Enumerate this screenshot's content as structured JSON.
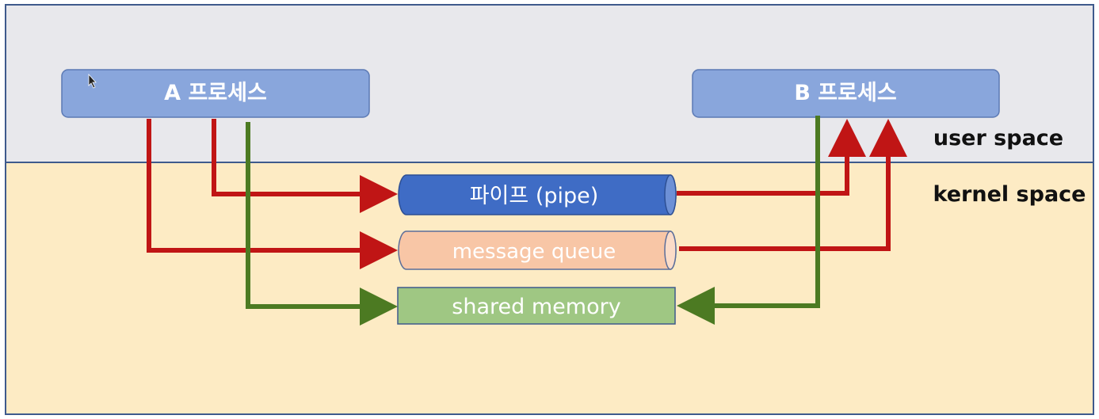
{
  "regions": {
    "user_space_label": "user space",
    "kernel_space_label": "kernel space"
  },
  "processes": {
    "a_label": "A 프로세스",
    "b_label": "B 프로세스"
  },
  "ipc": {
    "pipe_label": "파이프 (pipe)",
    "queue_label": "message queue",
    "shm_label": "shared memory"
  },
  "colors": {
    "user_space_bg": "#e8e8ec",
    "kernel_space_bg": "#fdebc4",
    "border": "#3e5a8c",
    "process_fill": "#89a6dc",
    "pipe_fill": "#3f6cc5",
    "queue_fill": "#f8c6a6",
    "shm_fill": "#9fc783",
    "red_arrow": "#c01515",
    "green_arrow": "#4c7a22"
  }
}
